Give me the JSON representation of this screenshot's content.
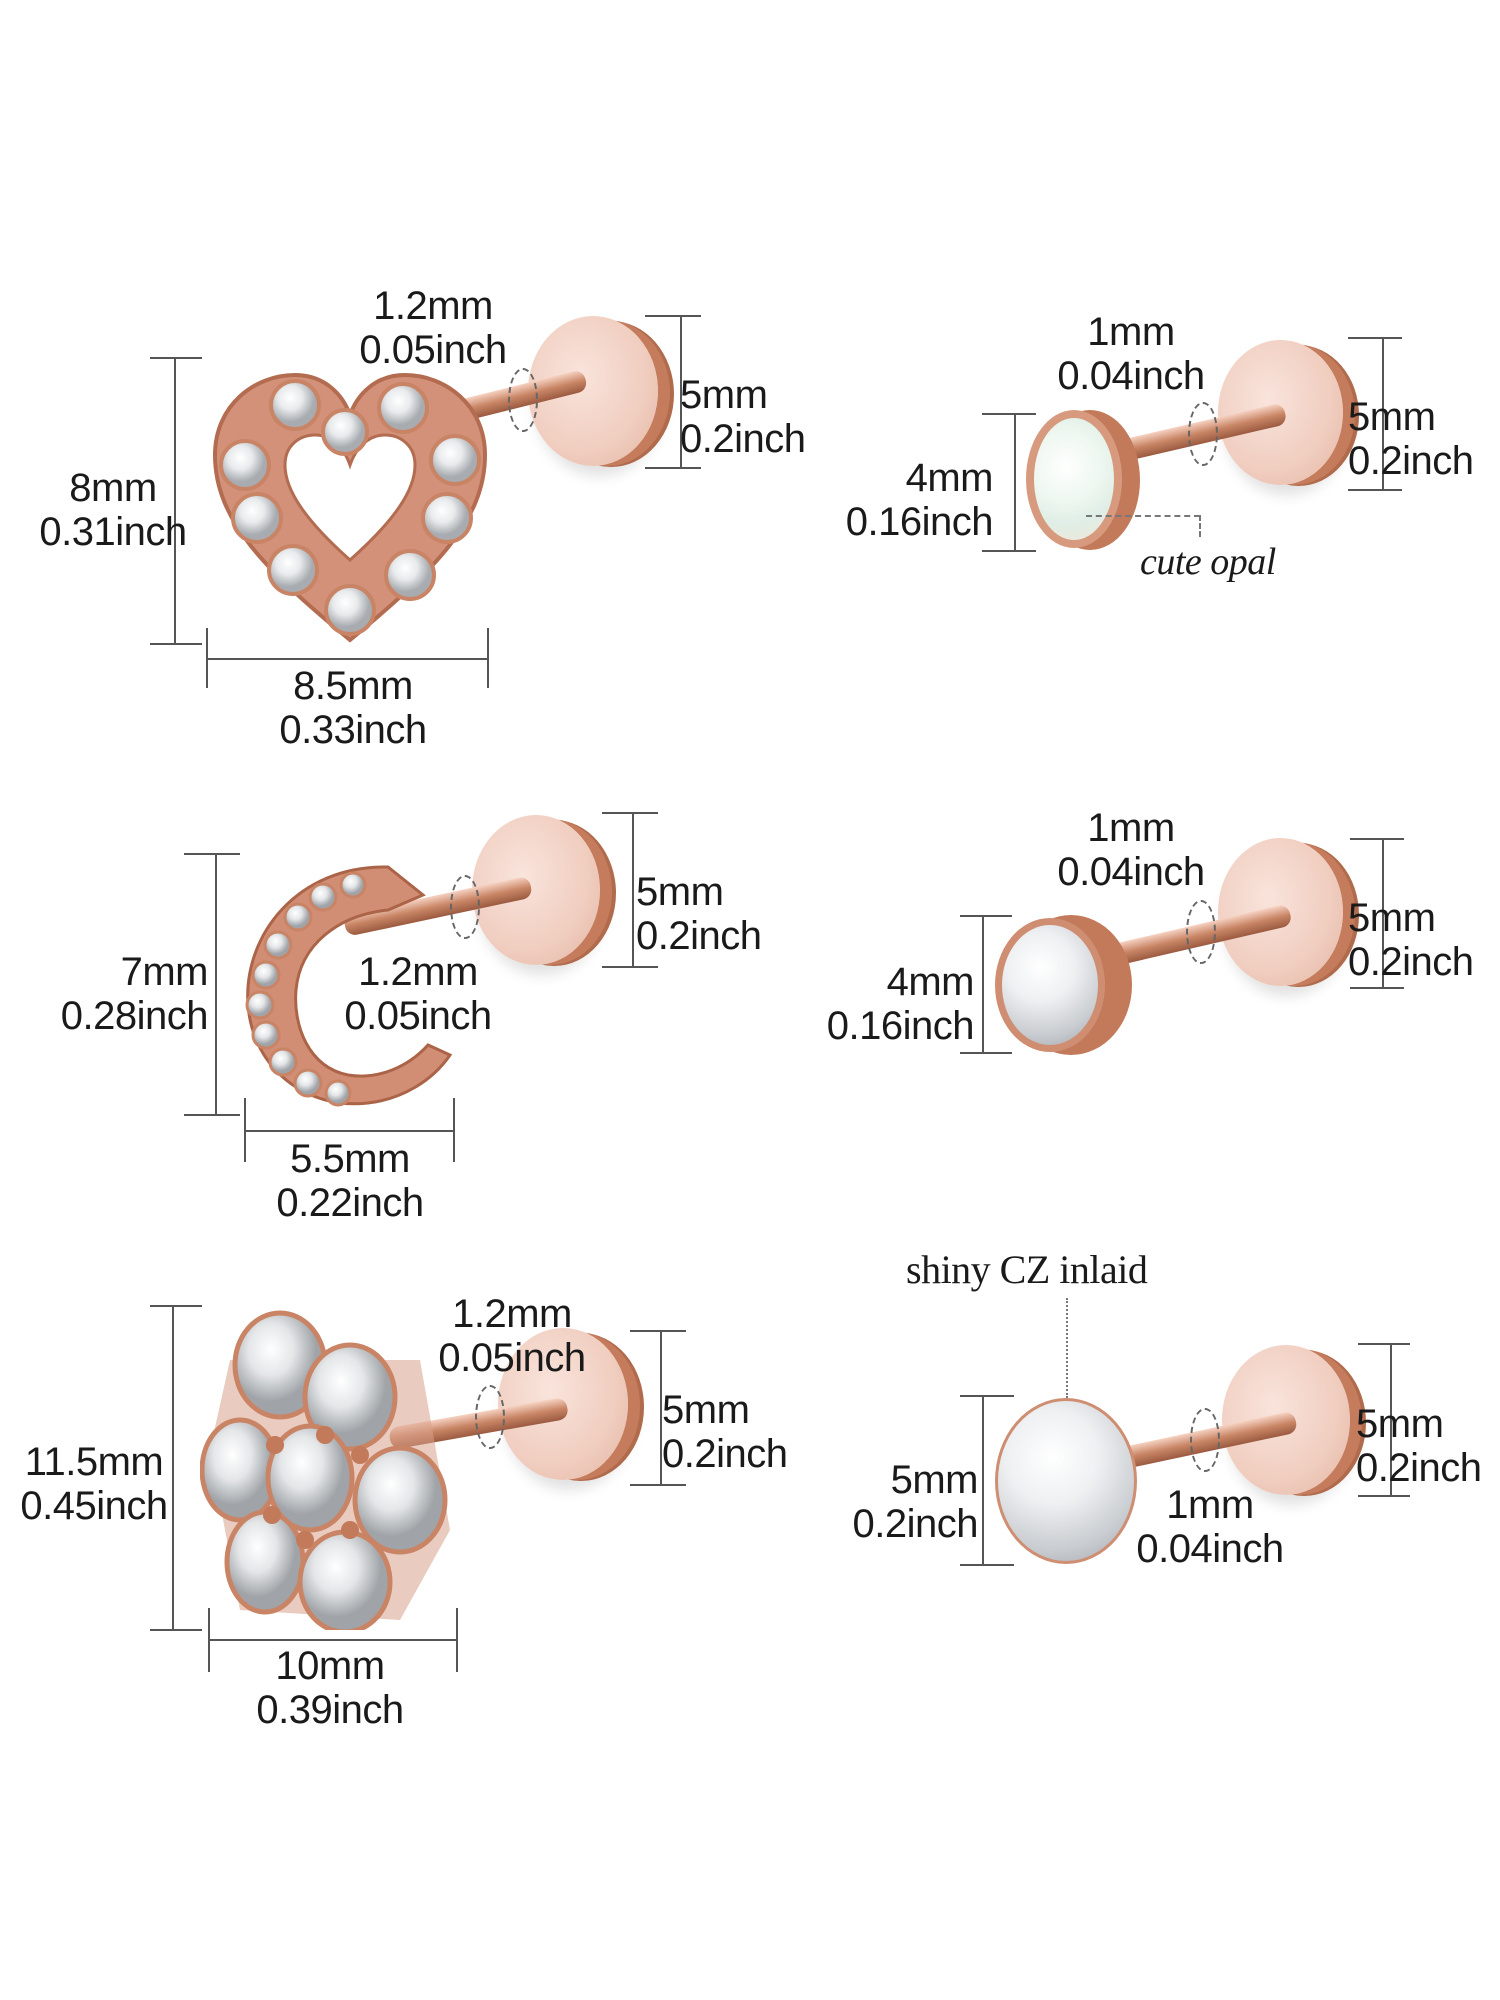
{
  "colors": {
    "background": "#ffffff",
    "metal_rose_gold": "#c8805f",
    "disc_face": "#f3d6cb",
    "label_text": "#1a1a1a",
    "dimension_lines": "#555555"
  },
  "products": [
    {
      "id": "heart",
      "shape": "hollow heart with CZ stones",
      "post_diameter": {
        "mm": "1.2mm",
        "inch": "0.05inch"
      },
      "disc_diameter": {
        "mm": "5mm",
        "inch": "0.2inch"
      },
      "height": {
        "mm": "8mm",
        "inch": "0.31inch"
      },
      "width": {
        "mm": "8.5mm",
        "inch": "0.33inch"
      }
    },
    {
      "id": "opal",
      "shape": "round bezel opal",
      "post_diameter": {
        "mm": "1mm",
        "inch": "0.04inch"
      },
      "disc_diameter": {
        "mm": "5mm",
        "inch": "0.2inch"
      },
      "top_diameter": {
        "mm": "4mm",
        "inch": "0.16inch"
      },
      "callout": "cute opal"
    },
    {
      "id": "moon",
      "shape": "crescent moon with CZ stones",
      "post_diameter": {
        "mm": "1.2mm",
        "inch": "0.05inch"
      },
      "disc_diameter": {
        "mm": "5mm",
        "inch": "0.2inch"
      },
      "height": {
        "mm": "7mm",
        "inch": "0.28inch"
      },
      "width": {
        "mm": "5.5mm",
        "inch": "0.22inch"
      }
    },
    {
      "id": "bezel-cz",
      "shape": "round bezel clear CZ",
      "post_diameter": {
        "mm": "1mm",
        "inch": "0.04inch"
      },
      "disc_diameter": {
        "mm": "5mm",
        "inch": "0.2inch"
      },
      "top_diameter": {
        "mm": "4mm",
        "inch": "0.16inch"
      }
    },
    {
      "id": "flower",
      "shape": "flower cluster with CZ stones",
      "post_diameter": {
        "mm": "1.2mm",
        "inch": "0.05inch"
      },
      "disc_diameter": {
        "mm": "5mm",
        "inch": "0.2inch"
      },
      "height": {
        "mm": "11.5mm",
        "inch": "0.45inch"
      },
      "width": {
        "mm": "10mm",
        "inch": "0.39inch"
      }
    },
    {
      "id": "prong-cz",
      "shape": "prong-set round CZ",
      "post_diameter": {
        "mm": "1mm",
        "inch": "0.04inch"
      },
      "disc_diameter": {
        "mm": "5mm",
        "inch": "0.2inch"
      },
      "top_diameter": {
        "mm": "5mm",
        "inch": "0.2inch"
      },
      "callout": "shiny CZ inlaid"
    }
  ]
}
